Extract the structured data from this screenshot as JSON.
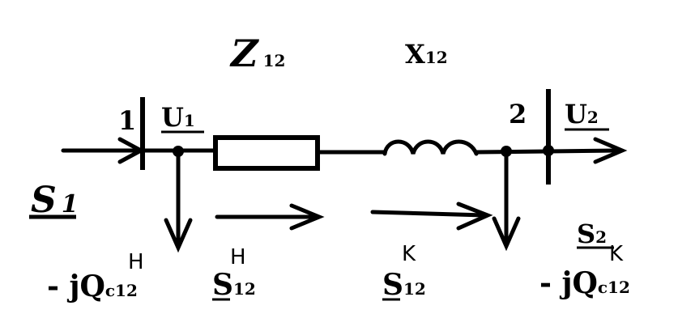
{
  "labels": {
    "impedance": {
      "main": "Z",
      "sub": "12"
    },
    "reactance": {
      "main": "X",
      "sub": "12"
    },
    "node1": "1",
    "node2": "2",
    "u1": {
      "main": "U",
      "sub": "1"
    },
    "u2": {
      "main": "U",
      "sub": "2"
    },
    "s1": {
      "main": "S",
      "sub": "1"
    },
    "s2": {
      "main": "S",
      "sub": "2"
    },
    "s12_start": {
      "main": "S",
      "sub": "12",
      "sup": "H"
    },
    "s12_end": {
      "main": "S",
      "sub": "12",
      "sup": "K"
    },
    "qc_start": {
      "prefix": "- jQ",
      "sub": "c12",
      "sup": "H"
    },
    "qc_end": {
      "prefix": "- jQ",
      "sub": "c12",
      "sup": "K"
    }
  }
}
